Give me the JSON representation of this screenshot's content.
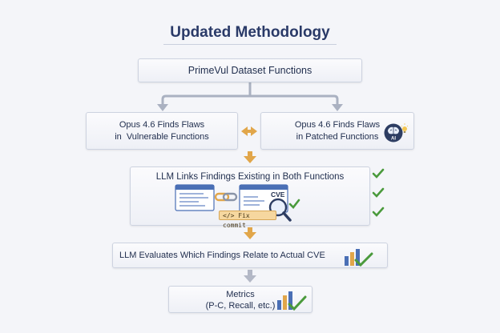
{
  "title": "Updated Methodology",
  "steps": {
    "dataset": "PrimeVul Dataset Functions",
    "vulnerable": [
      "Opus 4.6 Finds Flaws",
      "in  Vulnerable Functions"
    ],
    "patched": [
      "Opus 4.6 Finds Flaws",
      "in Patched Functions"
    ],
    "links": "LLM Links Findings Existing in Both Functions",
    "evaluates": "LLM Evaluates Which Findings Relate to Actual CVE",
    "metrics": [
      "Metrics",
      "(P-C, Recall, etc.)"
    ]
  },
  "labels": {
    "cve": "CVE",
    "fix_commit": "</> Fix commit",
    "ai_badge": "AI"
  },
  "icons": [
    "arrow-down-icon",
    "double-arrow-icon",
    "ai-brain-icon",
    "lightbulb-icon",
    "document-window-icon",
    "chain-link-icon",
    "magnifier-icon",
    "checkmark-icon",
    "bar-chart-icon"
  ],
  "colors": {
    "background": "#f4f5f9",
    "box_fill": "#f4f5fa",
    "box_border": "#cdd3e0",
    "text": "#1f2d4d",
    "arrow_gray": "#a9b0c0",
    "arrow_orange": "#e1a64a",
    "check_green": "#4a9a3c",
    "doc_blue": "#4a6fb5"
  }
}
